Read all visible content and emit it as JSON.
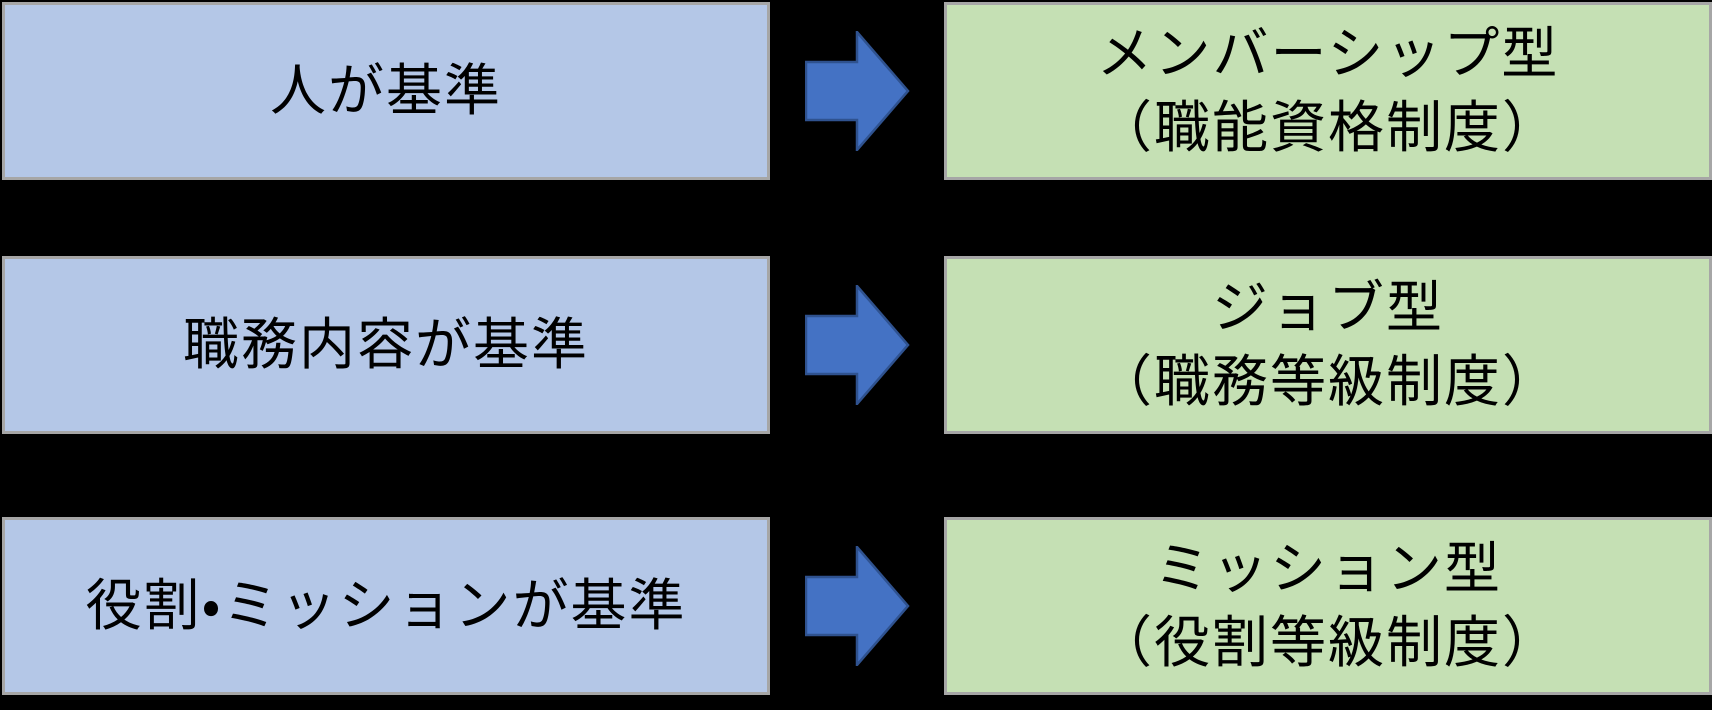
{
  "colors": {
    "background": "#000000",
    "source_box_fill": "#b4c7e7",
    "target_box_fill": "#c5e0b4",
    "box_border": "#a6a6a6",
    "arrow_fill": "#4472c4",
    "arrow_border": "#2f528f",
    "text": "#000000"
  },
  "diagram": {
    "rows": [
      {
        "source": "人が基準",
        "target_line1": "メンバーシップ型",
        "target_line2": "（職能資格制度）"
      },
      {
        "source": "職務内容が基準",
        "target_line1": "ジョブ型",
        "target_line2": "（職務等級制度）"
      },
      {
        "source": "役割・ミッションが基準",
        "target_line1": "ミッション型",
        "target_line2": "（役割等級制度）"
      }
    ]
  }
}
